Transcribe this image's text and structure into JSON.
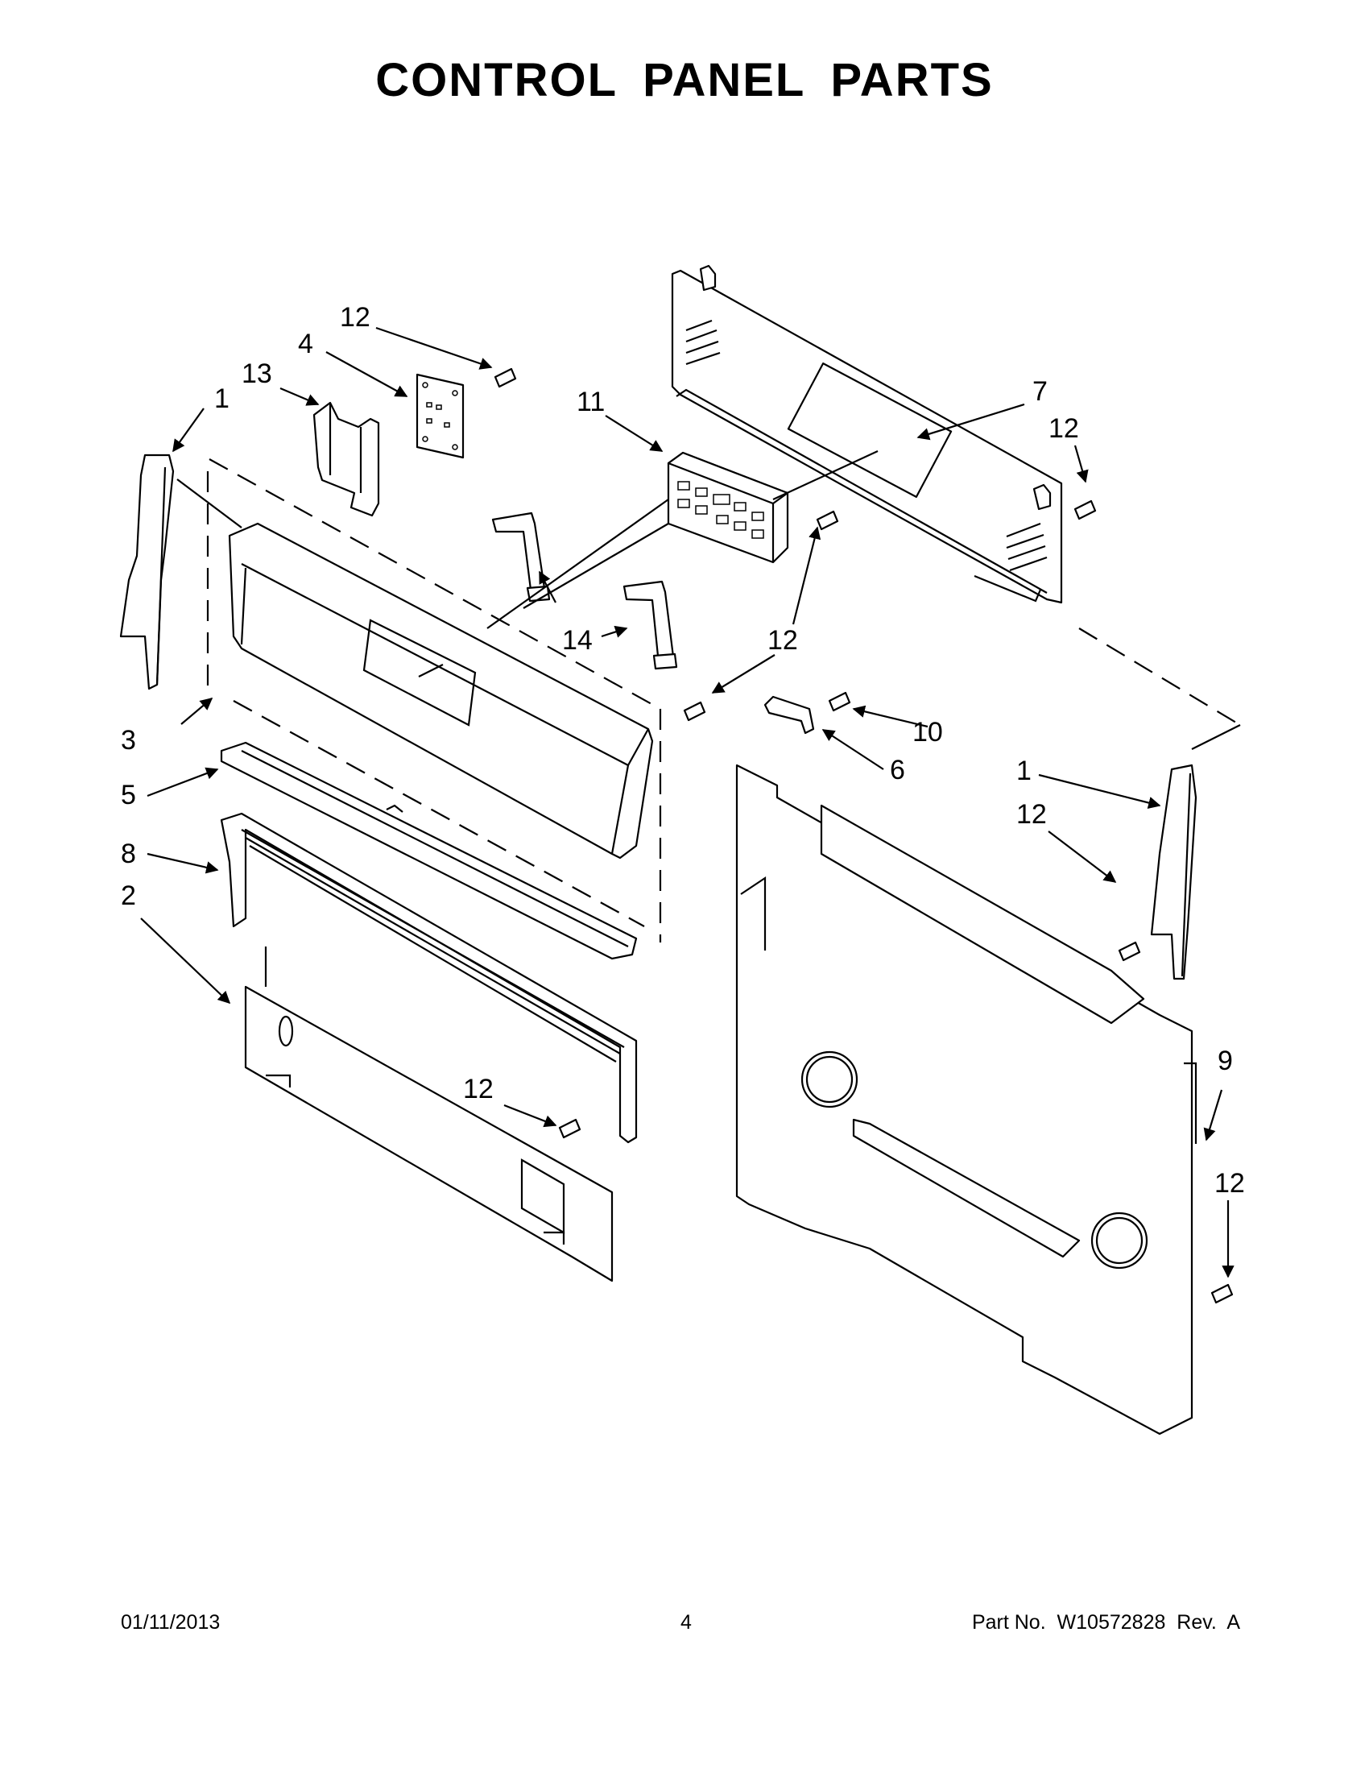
{
  "title": "CONTROL PANEL PARTS",
  "footer": {
    "date": "01/11/2013",
    "page_number": "4",
    "part_number": "Part No.  W10572828  Rev.  A"
  },
  "callouts": {
    "c12a": "12",
    "c4": "4",
    "c13": "13",
    "c1a": "1",
    "c11": "11",
    "c7": "7",
    "c12b": "12",
    "c14": "14",
    "c12c": "12",
    "c3": "3",
    "c10": "10",
    "c6": "6",
    "c5": "5",
    "c1b": "1",
    "c12d": "12",
    "c8": "8",
    "c2": "2",
    "c12e": "12",
    "c9": "9",
    "c12f": "12"
  }
}
